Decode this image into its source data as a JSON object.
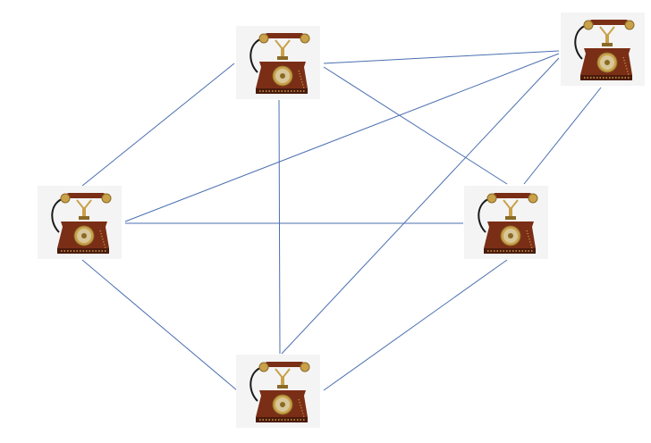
{
  "diagram": {
    "type": "full-mesh network",
    "node_icon": "telephone-icon",
    "node_count": 5,
    "nodes": [
      {
        "id": "top-center"
      },
      {
        "id": "top-right"
      },
      {
        "id": "middle-left"
      },
      {
        "id": "middle-right"
      },
      {
        "id": "bottom-center"
      }
    ],
    "links": [
      [
        "top-center",
        "top-right"
      ],
      [
        "top-center",
        "middle-left"
      ],
      [
        "top-center",
        "middle-right"
      ],
      [
        "top-center",
        "bottom-center"
      ],
      [
        "top-right",
        "middle-left"
      ],
      [
        "top-right",
        "middle-right"
      ],
      [
        "top-right",
        "bottom-center"
      ],
      [
        "middle-left",
        "middle-right"
      ],
      [
        "middle-left",
        "bottom-center"
      ],
      [
        "middle-right",
        "bottom-center"
      ]
    ],
    "colors": {
      "link": "#4a6fb0",
      "wood": "#7a2e16",
      "wood_dark": "#4a1a0c",
      "brass": "#c9a14a",
      "brass_dark": "#8a6a26",
      "dial_face": "#d8c79a",
      "background": "#ffffff"
    }
  }
}
